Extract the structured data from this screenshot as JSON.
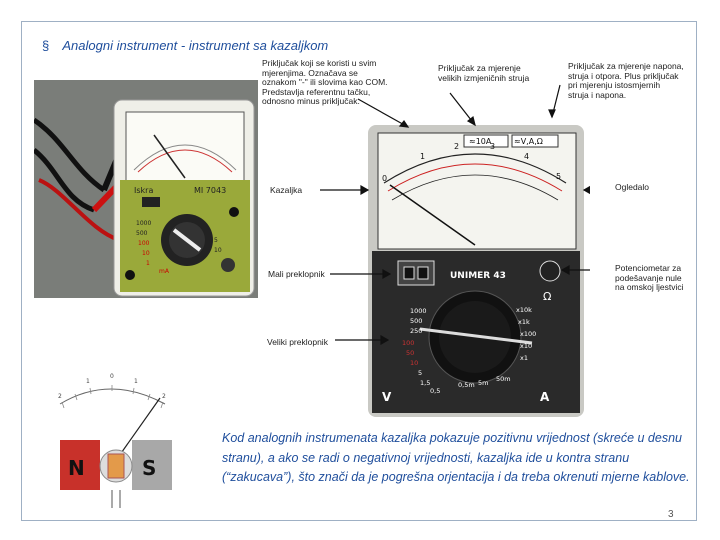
{
  "slide": {
    "title": "Analogni instrument  - instrument sa kazaljkom",
    "bullet": "§",
    "page_number": "3"
  },
  "annotations": {
    "com_port": "Priključak koji se koristi u svim\nmjerenjima. Označava se\noznakom \"-\" ili slovima kao COM.\nPredstavlja referentnu tačku,\nodnosno minus priključak.",
    "large_current_port": "Priključak za mjerenje\nvelikih izmjeničnih struja",
    "voltage_port": "Priključak za mjerenje napona,\nstruja i otpora. Plus priključak\npri mjerenju istosmjernih\nstruja i napona.",
    "needle": "Kazaljka",
    "mirror": "Ogledalo",
    "small_switch": "Mali preklopnik",
    "large_switch": "Veliki preklopnik",
    "potentiometer": "Potenciometar za\npodešavanje nule\nna omskoj ljestvici"
  },
  "meter_left": {
    "brand": "Iskra",
    "model": "MI 7043",
    "ranges": [
      "1000",
      "500",
      "100",
      "10",
      "1",
      "mA",
      "5",
      "10"
    ]
  },
  "meter_main": {
    "model": "UNIMER 43",
    "terminal_left": "≈10A",
    "terminal_right": "≈V,A,Ω",
    "scale_labels": [
      "0",
      "1",
      "2",
      "3",
      "4",
      "5"
    ],
    "left_ranges": [
      "1000",
      "500",
      "250",
      "100",
      "50",
      "10",
      "5",
      "1,5",
      "0,5"
    ],
    "right_ranges": [
      "x10k",
      "x1k",
      "x100",
      "x10",
      "x1"
    ],
    "bottom_ranges": [
      "0,5m",
      "5m",
      "50m"
    ],
    "omega": "Ω",
    "v_label": "V",
    "a_label": "A"
  },
  "galvanometer": {
    "n_label": "N",
    "s_label": "S",
    "scale": [
      "2",
      "1",
      "0",
      "1",
      "2"
    ]
  },
  "caption": "Kod analognih instrumenata kazaljka pokazuje pozitivnu vrijednost (skreće u desnu stranu), a ako se radi o negativnoj vrijednosti, kazaljka ide u kontra stranu (“zakucava”), što znači da je pogrešna orjentacija i da treba okrenuti mjerne kablove."
}
